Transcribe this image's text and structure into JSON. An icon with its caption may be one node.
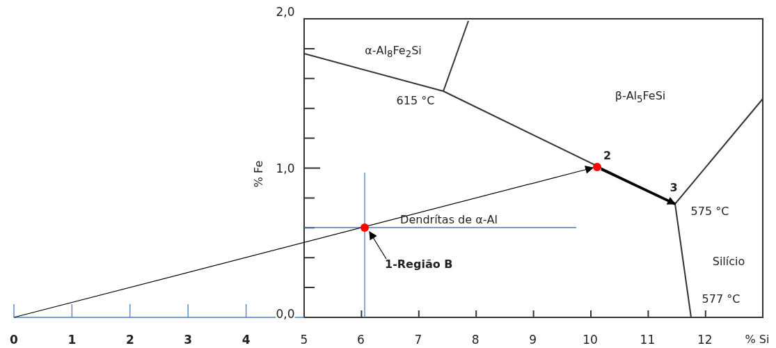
{
  "diagram": {
    "nodes": [
      {
        "text": [
          "2"
        ]
      },
      {
        "text": [
          "3"
        ]
      },
      {
        "text": [
          "1-Região B"
        ]
      },
      {
        "text": [],
        "shape": "circle"
      },
      {
        "text": [],
        "shape": "axis"
      }
    ],
    "edges": [
      {
        "from": 4,
        "to": 0,
        "arrow": "to"
      },
      {
        "from": 0,
        "to": 1,
        "arrow": "to",
        "style": "thick"
      },
      {
        "from": 2,
        "to": 3,
        "arrow": "to"
      }
    ],
    "labels": [
      "2,0",
      "α-Al$_{8}$Fe$_{2}$Si",
      "615 °C",
      "β-Al$_{5}$FeSi",
      "% Fe",
      "1,0",
      "Dendrítas de α-Al",
      "575 °C",
      "Silício",
      "577 °C",
      "0,0",
      "0",
      "1",
      "2",
      "3",
      "4",
      "5",
      "6",
      "7",
      "8",
      "9",
      "10",
      "11",
      "12",
      "% Si"
    ]
  }
}
